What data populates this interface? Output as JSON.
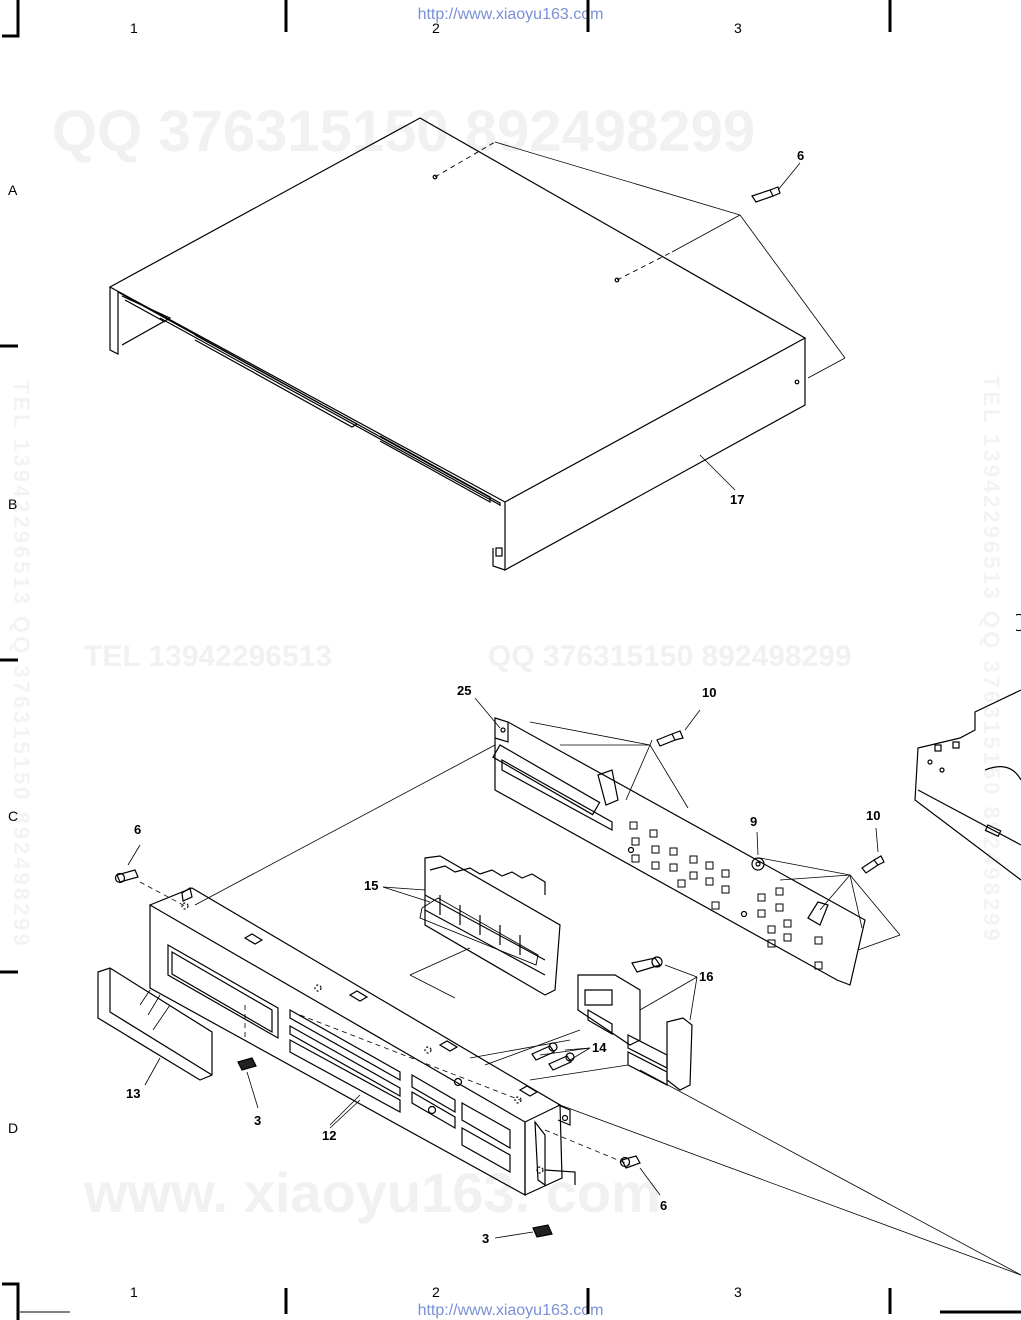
{
  "header_url": "http://www.xiaoyu163.com",
  "footer_url": "http://www.xiaoyu163.com",
  "grid_columns": [
    "1",
    "2",
    "3"
  ],
  "grid_rows": [
    "A",
    "B",
    "C",
    "D"
  ],
  "watermarks": {
    "qq_top": "QQ 376315150    892498299",
    "tel_mid": "TEL  13942296513",
    "qq_mid": "QQ  376315150  892498299",
    "site_bottom": "www. xiaoyu163. com",
    "vertical_right": "TEL  13942296513  QQ  376315150  892498299",
    "vertical_left": "TEL  13942296513  QQ  376315150  892498299"
  },
  "callouts": {
    "c6_top": "6",
    "c17": "17",
    "c25": "25",
    "c10_top": "10",
    "c9": "9",
    "c10_right": "10",
    "c6_left": "6",
    "c15": "15",
    "c16": "16",
    "c14": "14",
    "c13": "13",
    "c3_left": "3",
    "c12": "12",
    "c6_bottom": "6",
    "c3_bottom": "3"
  }
}
